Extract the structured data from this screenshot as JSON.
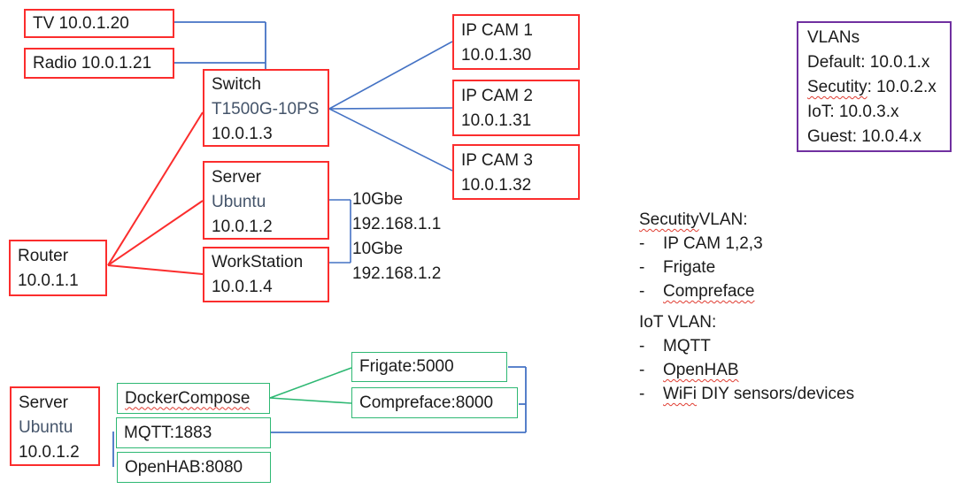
{
  "colors": {
    "red": "#FB2D2D",
    "blue": "#4472C4",
    "green": "#2EB873",
    "purple": "#7030A0",
    "muted": "#44546A",
    "ink": "#1B1B1B",
    "squiggle": "#E03C31"
  },
  "nodes": {
    "tv": {
      "label": "TV 10.0.1.20"
    },
    "radio": {
      "label": "Radio 10.0.1.21"
    },
    "switch": {
      "line1": "Switch",
      "line2": "T1500G-10PS",
      "line3": "10.0.1.3"
    },
    "server_top": {
      "line1": "Server",
      "line2": "Ubuntu",
      "line3": "10.0.1.2"
    },
    "workstation": {
      "line1": "WorkStation",
      "line2": "10.0.1.4"
    },
    "router": {
      "line1": "Router",
      "line2": "10.0.1.1"
    },
    "ipcam1": {
      "line1": "IP CAM 1",
      "line2": "10.0.1.30"
    },
    "ipcam2": {
      "line1": "IP CAM 2",
      "line2": "10.0.1.31"
    },
    "ipcam3": {
      "line1": "IP CAM 3",
      "line2": "10.0.1.32"
    },
    "server_bottom": {
      "line1": "Server",
      "line2": "Ubuntu",
      "line3": "10.0.1.2"
    },
    "docker_compose": {
      "label": "DockerCompose"
    },
    "mqtt": {
      "label": "MQTT:1883"
    },
    "openhab": {
      "label": "OpenHAB:8080"
    },
    "frigate": {
      "label": "Frigate:5000"
    },
    "compreface": {
      "label": "Compreface:8000"
    }
  },
  "link_labels": {
    "line1": "10Gbe",
    "line2": "192.168.1.1",
    "line3": "10Gbe",
    "line4": "192.168.1.2"
  },
  "vlan_box": {
    "title": "VLANs",
    "default_entry": "Default: 10.0.1.x",
    "security_word": "Secutity",
    "security_rest": ": 10.0.2.x",
    "iot_entry": "IoT: 10.0.3.x",
    "guest_entry": "Guest: 10.0.4.x"
  },
  "security_list": {
    "heading_word": "Secutity",
    "heading_rest": " VLAN:",
    "bullet": "-",
    "item1": "IP CAM 1,2,3",
    "item2": "Frigate",
    "item3": "Compreface"
  },
  "iot_list": {
    "heading": "IoT VLAN:",
    "bullet": "-",
    "item1": "MQTT",
    "item2": "OpenHAB",
    "item3_word": "WiFi",
    "item3_rest": " DIY sensors/devices"
  }
}
